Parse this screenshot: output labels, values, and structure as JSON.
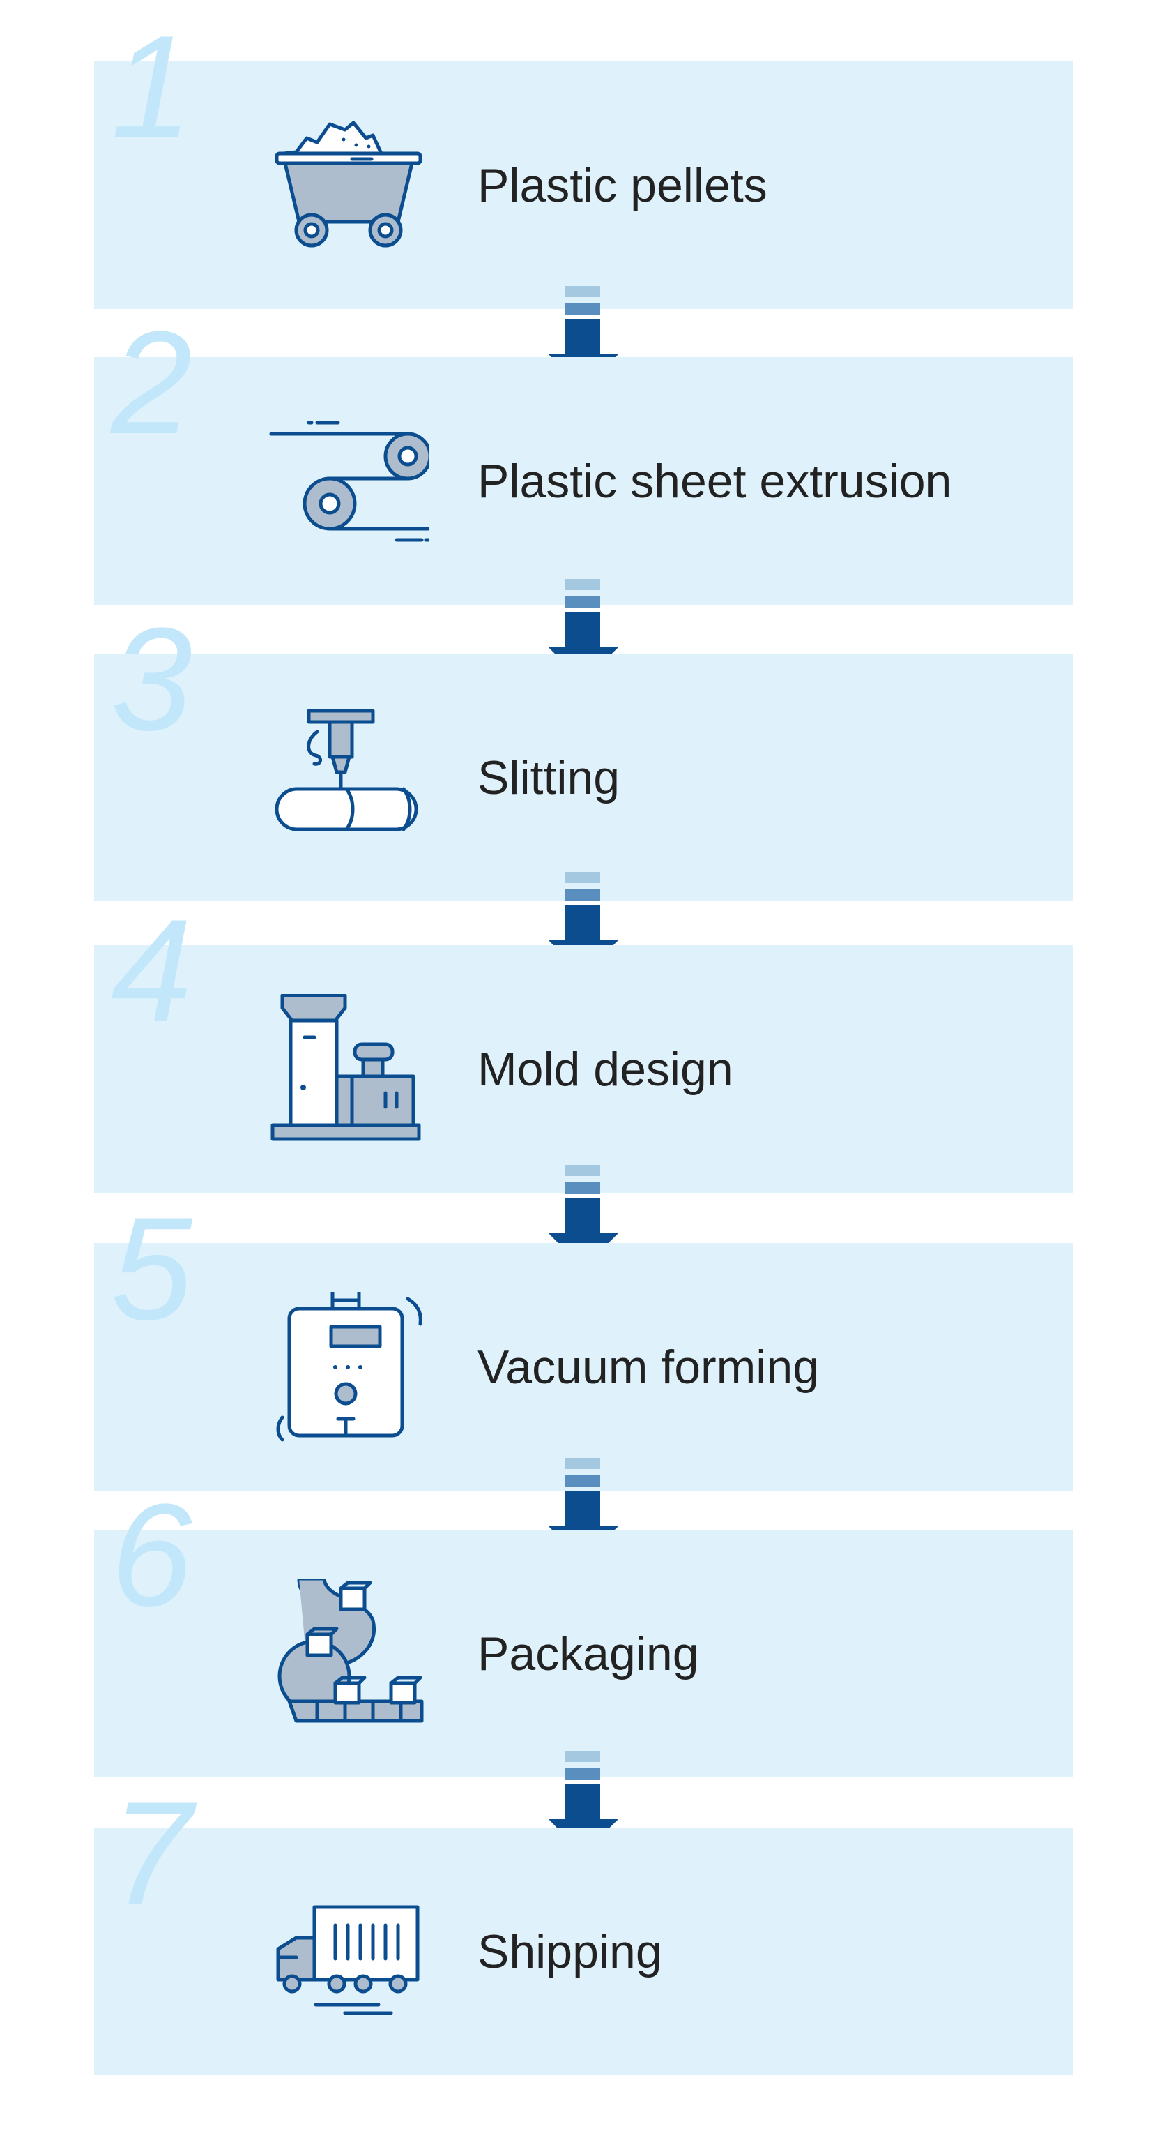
{
  "colors": {
    "panel": "#dff2fb",
    "number": "#c2e7fb",
    "arrow": "#0b4d8f",
    "arrow_stripe_light": "#a5c8e1",
    "arrow_stripe_mid": "#5a8ebf",
    "icon_stroke": "#0b4d8f",
    "icon_fill": "#aebdcd",
    "label": "#222222"
  },
  "steps": [
    {
      "number": "1",
      "label": "Plastic pellets",
      "icon": "mine-cart-icon"
    },
    {
      "number": "2",
      "label": "Plastic sheet extrusion",
      "icon": "sheet-rollers-icon"
    },
    {
      "number": "3",
      "label": "Slitting",
      "icon": "slitting-machine-icon"
    },
    {
      "number": "4",
      "label": "Mold design",
      "icon": "molding-machine-icon"
    },
    {
      "number": "5",
      "label": "Vacuum forming",
      "icon": "vacuum-machine-icon"
    },
    {
      "number": "6",
      "label": "Packaging",
      "icon": "conveyor-boxes-icon"
    },
    {
      "number": "7",
      "label": "Shipping",
      "icon": "truck-icon"
    }
  ]
}
